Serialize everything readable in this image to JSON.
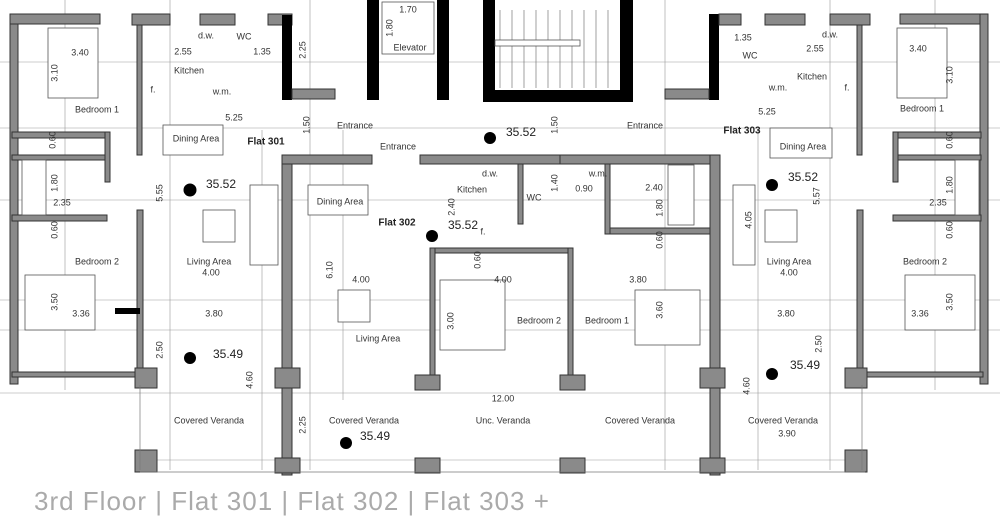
{
  "plan": {
    "caption": "3rd Floor | Flat 301 | Flat 302 | Flat 303 +",
    "flat301": {
      "title": "Flat 301",
      "labels": [
        "3.40",
        "3.10",
        "Bedroom 1",
        "2.55",
        "d.w.",
        "WC",
        "1.35",
        "Kitchen",
        "w.m.",
        "f.",
        "2.25",
        "5.25",
        "Dining Area",
        "1.50",
        "Entrance",
        "0.60",
        "1.80",
        "2.35",
        "5.55",
        "0.60",
        "Bedroom 2",
        "Living Area",
        "4.00",
        "3.50",
        "3.36",
        "3.80",
        "2.50",
        "4.60",
        "Covered Veranda"
      ],
      "level_living": "35.52",
      "level_veranda": "35.49"
    },
    "elevator": {
      "labels": [
        "1.70",
        "1.80",
        "Elevator"
      ]
    },
    "entrance_shared": "Entrance",
    "flat302": {
      "title": "Flat 302",
      "labels": [
        "Dining Area",
        "Kitchen",
        "d.w.",
        "2.40",
        "f.",
        "WC",
        "1.40",
        "w.m.",
        "0.90",
        "2.40",
        "1.80",
        "0.60",
        "6.10",
        "4.00",
        "Living Area",
        "4.00",
        "3.00",
        "Bedroom 2",
        "Bedroom 1",
        "3.80",
        "3.60",
        "12.00",
        "Unc. Veranda",
        "Covered Veranda",
        "2.25",
        "Covered Veranda",
        "1.50",
        "0.60"
      ],
      "level_living": "35.52",
      "level_hall": "35.52",
      "level_veranda": "35.49"
    },
    "flat303": {
      "title": "Flat 303",
      "labels": [
        "1.35",
        "WC",
        "d.w.",
        "2.55",
        "Kitchen",
        "w.m.",
        "f.",
        "3.40",
        "3.10",
        "Bedroom 1",
        "5.25",
        "Dining Area",
        "5.57",
        "0.60",
        "1.80",
        "2.35",
        "0.60",
        "4.05",
        "Living Area",
        "4.00",
        "Bedroom 2",
        "3.36",
        "3.50",
        "3.80",
        "2.50",
        "4.60",
        "Covered Veranda",
        "3.90",
        "Entrance"
      ],
      "level_living": "35.52",
      "level_veranda": "35.49"
    }
  }
}
